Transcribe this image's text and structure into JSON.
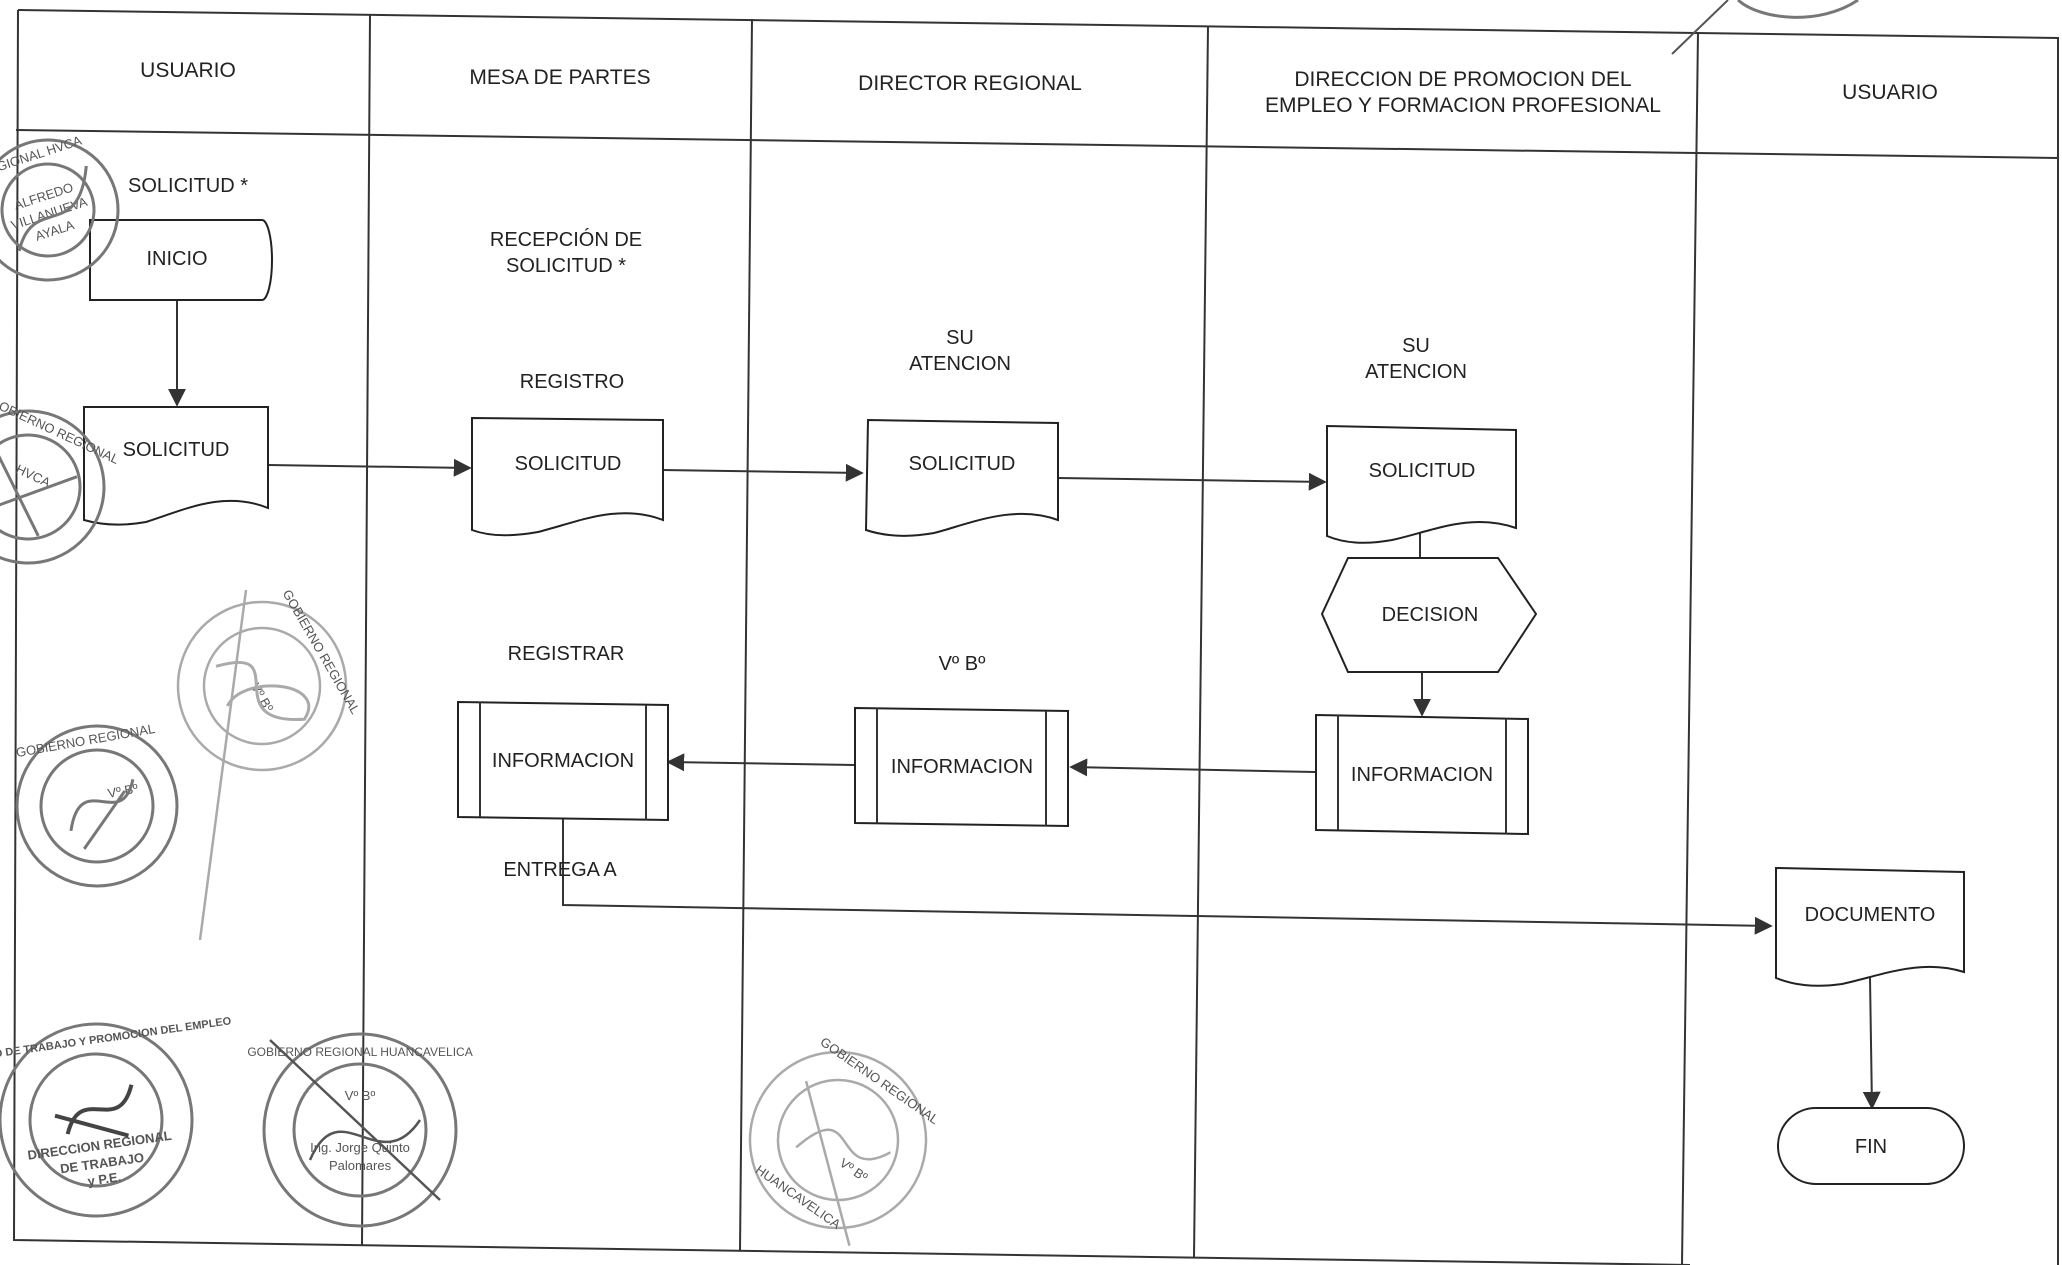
{
  "lanes": {
    "l1": "USUARIO",
    "l2": "MESA DE PARTES",
    "l3": "DIRECTOR REGIONAL",
    "l4a": "DIRECCION DE PROMOCION DEL",
    "l4b": "EMPLEO Y FORMACION PROFESIONAL",
    "l5": "USUARIO"
  },
  "steps": {
    "solicitud_star": "SOLICITUD *",
    "inicio": "INICIO",
    "solicitud_user": "SOLICITUD",
    "recepcion_1": "RECEPCIÓN DE",
    "recepcion_2": "SOLICITUD *",
    "registro": "REGISTRO",
    "solicitud_mesa": "SOLICITUD",
    "su_atencion_dir_1": "SU",
    "su_atencion_dir_2": "ATENCION",
    "solicitud_dir": "SOLICITUD",
    "su_atencion_prom_1": "SU",
    "su_atencion_prom_2": "ATENCION",
    "solicitud_prom": "SOLICITUD",
    "decision": "DECISION",
    "registrar": "REGISTRAR",
    "informacion_mesa": "INFORMACION",
    "vobo": "Vº Bº",
    "informacion_dir": "INFORMACION",
    "informacion_prom": "INFORMACION",
    "entrega": "ENTREGA  A",
    "documento": "DOCUMENTO",
    "fin": "FIN"
  },
  "stamps": {
    "s1_a": "REGIONAL HVCA",
    "s1_b": "ALFREDO",
    "s1_c": "VILLANUEVA",
    "s1_d": "AYALA",
    "s2_a": "GOBIERNO REGIONAL",
    "s2_b": "HVCA",
    "s3_a": "GOBIERNO REGIONAL",
    "s3_b": "Vº Bº",
    "s4_a": "MINISTERIO DE TRABAJO Y PROMOCION DEL EMPLEO",
    "s4_b": "DIRECCION REGIONAL",
    "s4_c": "DE TRABAJO",
    "s4_d": "y P.E.",
    "s5_a": "GOBIERNO REGIONAL HUANCAVELICA",
    "s5_b": "Vº Bº",
    "s5_c": "Ing. Jorge Quinto",
    "s5_d": "Palomares",
    "s6_a": "GOBIERNO REGIONAL",
    "s6_b": "HUANCAVELICA",
    "s6_c": "Vº Bº"
  },
  "colors": {
    "line": "#333333",
    "stamp": "#777777",
    "paper": "#ffffff"
  }
}
